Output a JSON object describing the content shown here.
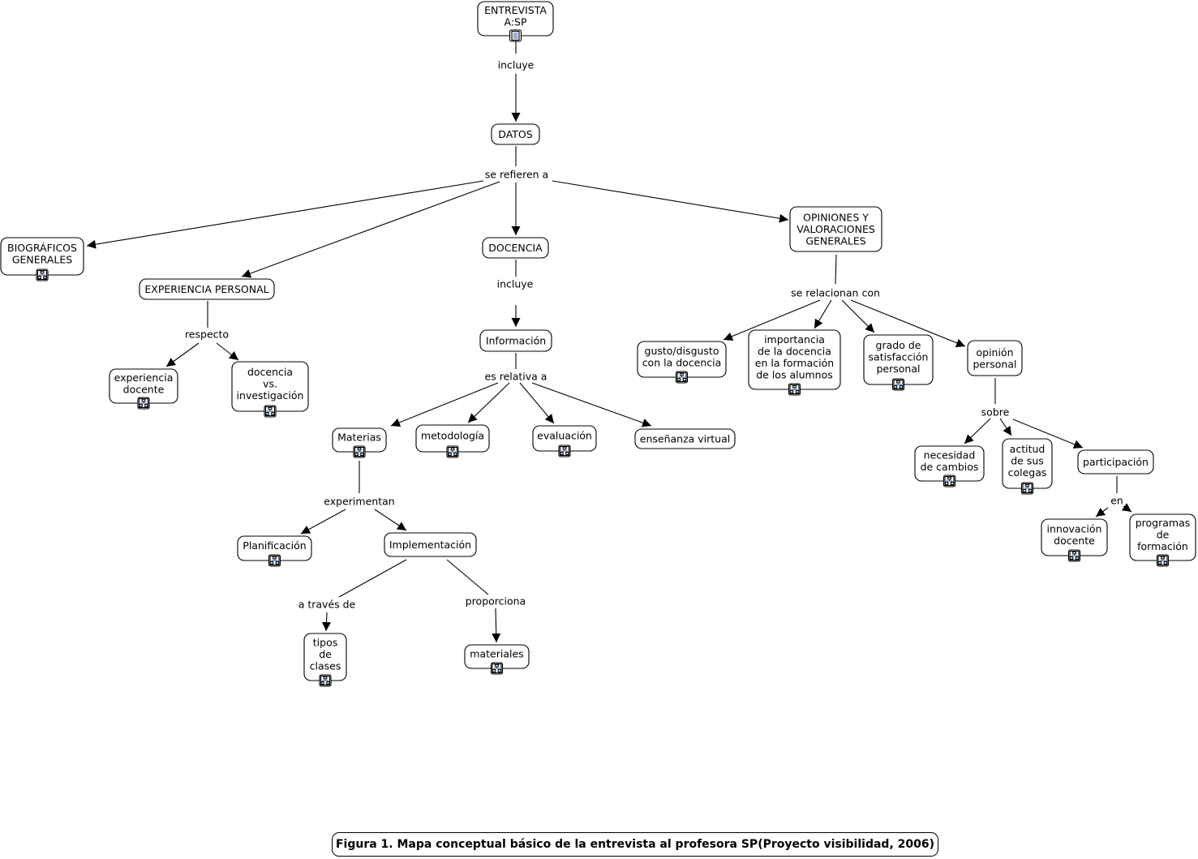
{
  "nodes": {
    "entrevista": [
      "ENTREVISTA",
      "A:SP"
    ],
    "datos": [
      "DATOS"
    ],
    "biograficos": [
      "BIOGRÁFICOS",
      "GENERALES"
    ],
    "experiencia_personal": [
      "EXPERIENCIA PERSONAL"
    ],
    "docencia": [
      "DOCENCIA"
    ],
    "opiniones": [
      "OPINIONES Y",
      "VALORACIONES",
      "GENERALES"
    ],
    "experiencia_docente": [
      "experiencia",
      "docente"
    ],
    "docencia_vs": [
      "docencia",
      "vs.",
      "investigación"
    ],
    "informacion": [
      "Información"
    ],
    "materias": [
      "Materias"
    ],
    "metodologia": [
      "metodología"
    ],
    "evaluacion": [
      "evaluación"
    ],
    "ensenanza_virtual": [
      "enseñanza virtual"
    ],
    "planificacion": [
      "Planificación"
    ],
    "implementacion": [
      "Implementación"
    ],
    "tipos_clases": [
      "tipos",
      "de",
      "clases"
    ],
    "materiales": [
      "materiales"
    ],
    "gusto": [
      "gusto/disgusto",
      "con la docencia"
    ],
    "importancia": [
      "importancia",
      "de la docencia",
      "en  la formación",
      "de los alumnos"
    ],
    "grado": [
      "grado de",
      "satisfacción",
      "personal"
    ],
    "opinion_personal": [
      "opinión",
      "personal"
    ],
    "necesidad": [
      "necesidad",
      "de cambios"
    ],
    "actitud": [
      "actitud",
      "de sus",
      "colegas"
    ],
    "participacion": [
      "participación"
    ],
    "innovacion": [
      "innovación",
      "docente"
    ],
    "programas": [
      "programas",
      "de",
      "formación"
    ]
  },
  "links": {
    "incluye_1": "incluye",
    "se_refieren": "se refieren a",
    "respecto": "respecto",
    "incluye_2": "incluye",
    "es_relativa": "es relativa a",
    "experimentan": "experimentan",
    "a_traves": "a través de",
    "proporciona": "proporciona",
    "se_relacionan": "se relacionan con",
    "sobre": "sobre",
    "en": "en"
  },
  "icons": {
    "document": "document-icon",
    "submap": "concept-map-icon"
  },
  "caption": "Figura 1. Mapa conceptual básico de la entrevista al profesora SP(Proyecto visibilidad, 2006)"
}
